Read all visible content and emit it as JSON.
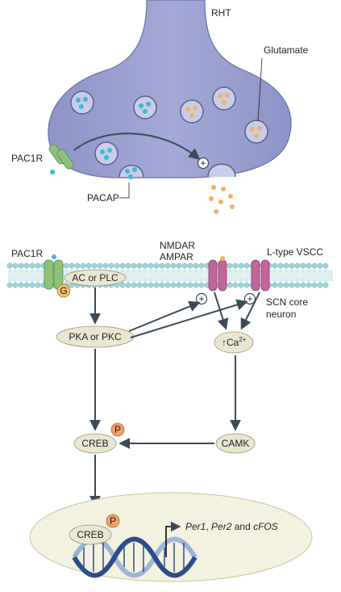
{
  "presynaptic": {
    "terminal_label": "RHT",
    "glutamate_label": "Glutamate",
    "pac1r_label": "PAC1R",
    "pacap_label": "PACAP",
    "plus_sign": "+"
  },
  "postsynaptic": {
    "pac1r_label": "PAC1R",
    "g_protein": "G",
    "ac_plc": "AC or PLC",
    "nmdar_label": "NMDAR",
    "ampar_label": "AMPAR",
    "vscc_label": "L-type VSCC",
    "neuron_label_line1": "SCN core",
    "neuron_label_line2": "neuron",
    "pka_pkc": "PKA or PKC",
    "ca_arrow": "↑",
    "ca_text": "Ca",
    "ca_charge": "2+",
    "creb": "CREB",
    "camk": "CAMK",
    "phospho": "P",
    "plus_sign": "+"
  },
  "nucleus": {
    "creb": "CREB",
    "phospho": "P",
    "genes_per1": "Per1",
    "genes_sep1": ", ",
    "genes_per2": "Per2",
    "genes_and": " and ",
    "genes_cfos": "cFOS"
  },
  "colors": {
    "terminal_fill": "#9da3d1",
    "terminal_stroke": "#6a70a8",
    "vesicle_fill": "#c9cde9",
    "pacap_dot": "#3fb8d8",
    "glutamate_dot": "#f3b15e",
    "receptor_green": "#8cc279",
    "receptor_pink": "#c3659a",
    "node_fill": "#e9e6d2",
    "nucleus_fill": "#f3f1df",
    "phospho_fill": "#f0a06c",
    "membrane_cyan": "#9fd3d8",
    "arrow": "#3b4a57",
    "dna_dark": "#2d4c8c",
    "dna_light": "#9cb4d8"
  }
}
